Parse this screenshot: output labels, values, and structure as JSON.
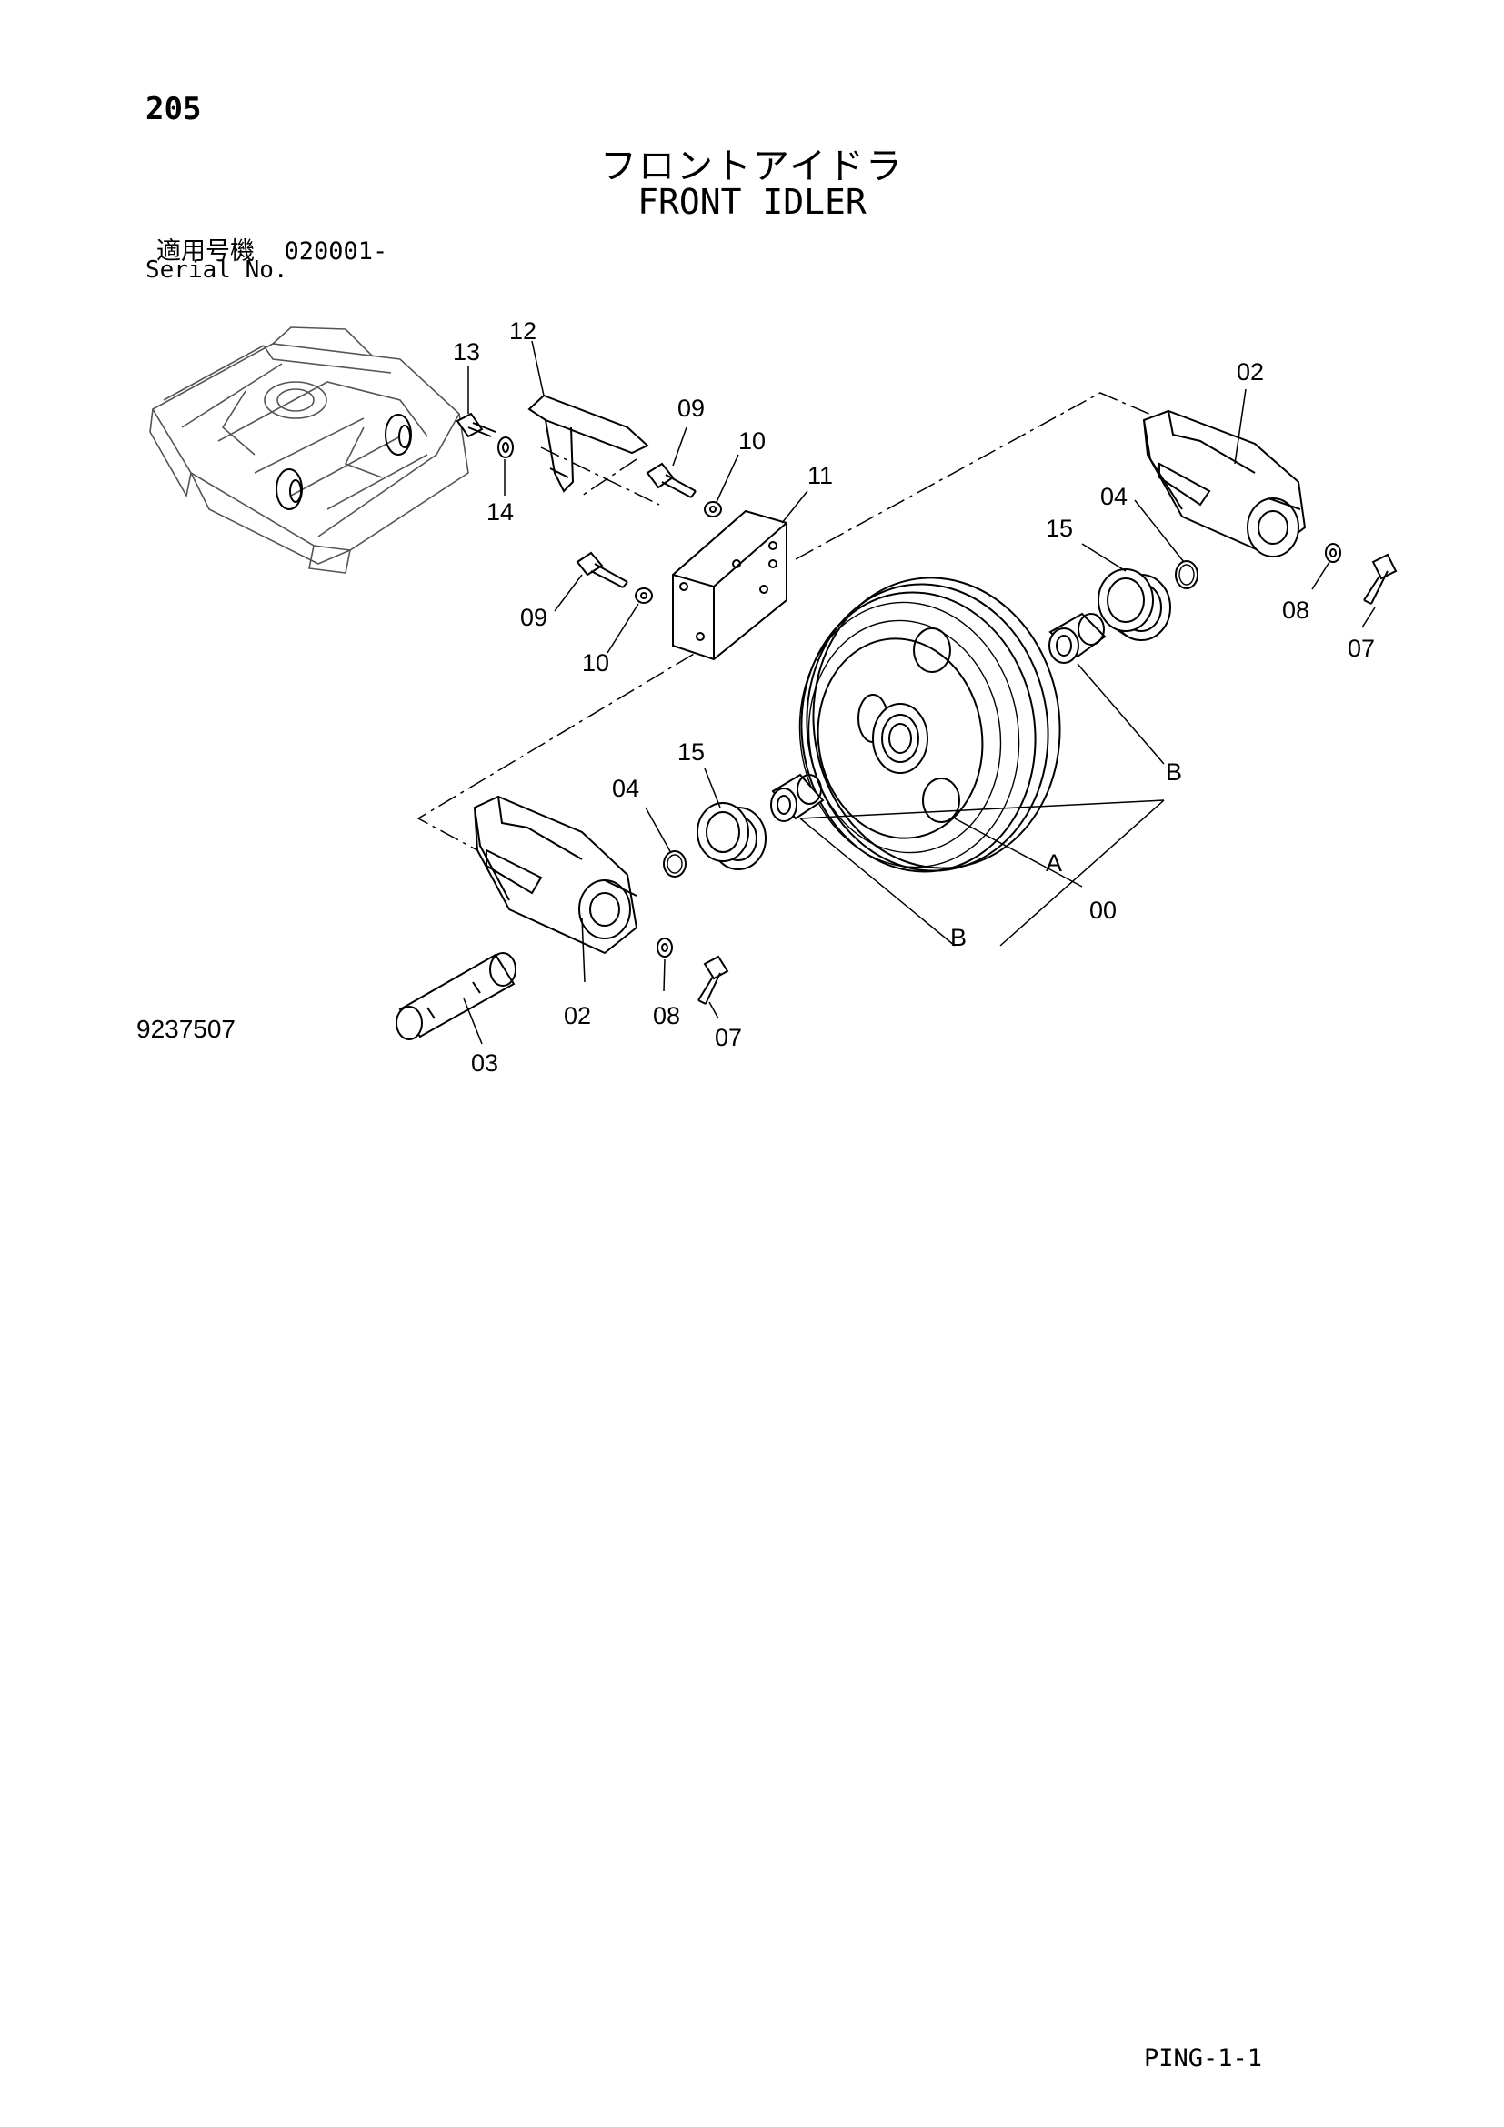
{
  "header": {
    "page_number": "205",
    "title_jp": "フロントアイドラ",
    "title_en": "FRONT IDLER",
    "serial_label_jp": "適用号機",
    "serial_value": "020001-",
    "serial_label_en": "Serial No."
  },
  "figure_number": "9237507",
  "footer_code": "PING-1-1",
  "callouts": {
    "c00": "00",
    "c02_top": "02",
    "c02_bottom": "02",
    "c03": "03",
    "c04_top": "04",
    "c04_bottom": "04",
    "c07_top": "07",
    "c07_bottom": "07",
    "c08_top": "08",
    "c08_bottom": "08",
    "c09_top": "09",
    "c09_bottom": "09",
    "c10_top": "10",
    "c10_bottom": "10",
    "c11": "11",
    "c12": "12",
    "c13": "13",
    "c14": "14",
    "c15_top": "15",
    "c15_bottom": "15",
    "ref_a": "A",
    "ref_b_top": "B",
    "ref_b_bottom": "B"
  }
}
